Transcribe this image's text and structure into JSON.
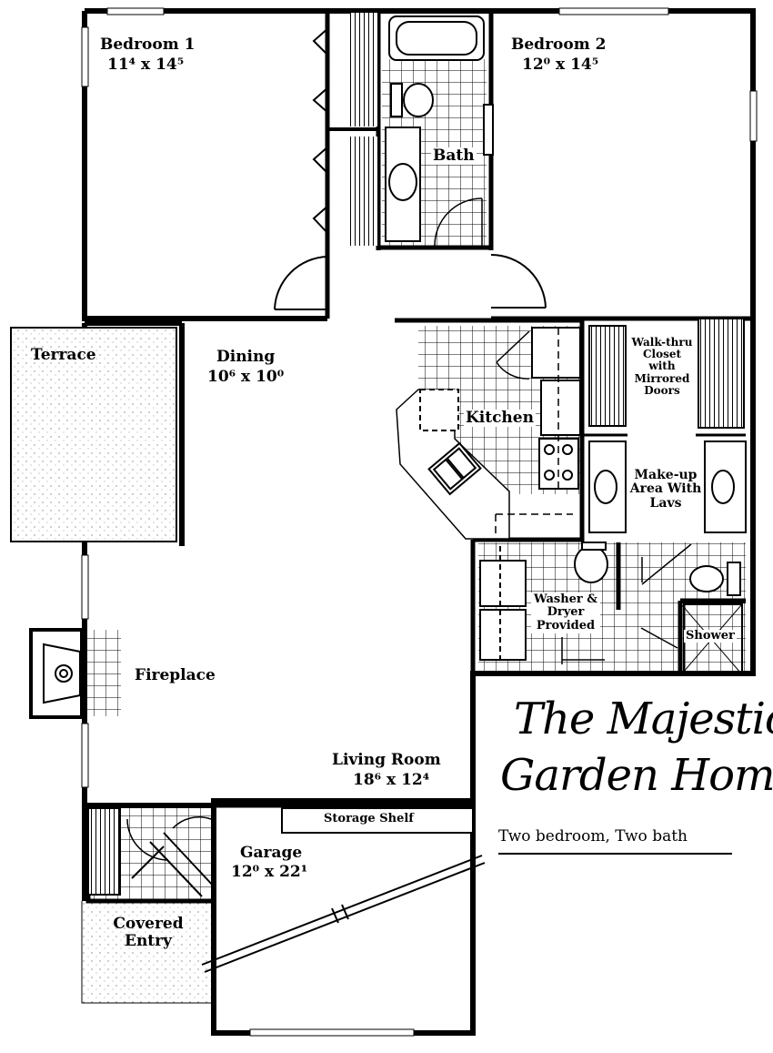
{
  "rooms": {
    "bedroom1": {
      "name": "Bedroom 1",
      "dims": "11⁴ x 14⁵"
    },
    "bedroom2": {
      "name": "Bedroom 2",
      "dims": "12⁰ x 14⁵"
    },
    "bath": {
      "name": "Bath"
    },
    "terrace": {
      "name": "Terrace"
    },
    "dining": {
      "name": "Dining",
      "dims": "10⁶ x 10⁰"
    },
    "kitchen": {
      "name": "Kitchen"
    },
    "closet": {
      "line1": "Walk-thru",
      "line2": "Closet",
      "line3": "with",
      "line4": "Mirrored",
      "line5": "Doors"
    },
    "makeup": {
      "line1": "Make-up",
      "line2": "Area With",
      "line3": "Lavs"
    },
    "laundry": {
      "line1": "Washer &",
      "line2": "Dryer",
      "line3": "Provided"
    },
    "shower": {
      "name": "Shower"
    },
    "fireplace": {
      "name": "Fireplace"
    },
    "living": {
      "name": "Living Room",
      "dims": "18⁶ x 12⁴"
    },
    "storage": {
      "name": "Storage Shelf"
    },
    "garage": {
      "name": "Garage",
      "dims": "12⁰ x 22¹"
    },
    "entry": {
      "line1": "Covered",
      "line2": "Entry"
    }
  },
  "branding": {
    "title_line1": "The Majestic",
    "title_line2": "Garden Home",
    "subtitle": "Two bedroom, Two bath"
  }
}
